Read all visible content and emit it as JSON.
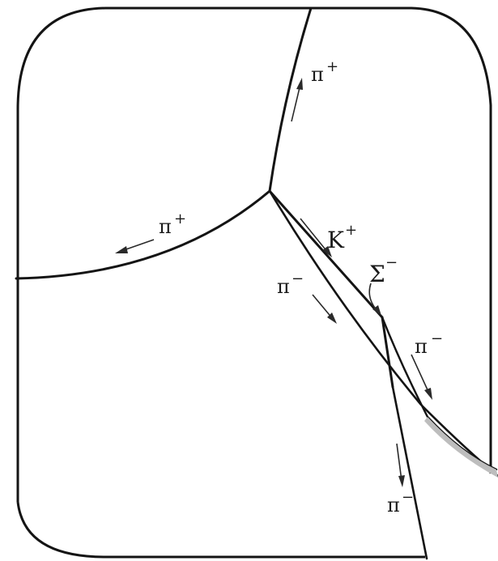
{
  "labels": {
    "pi_plus_upper": {
      "base": "π",
      "sup": "+"
    },
    "pi_plus_left": {
      "base": "π",
      "sup": "+"
    },
    "k_plus": {
      "base": "K",
      "sup": "+"
    },
    "sigma_minus": {
      "base": "Σ",
      "sup": "−"
    },
    "pi_minus_left": {
      "base": "π",
      "sup": "−"
    },
    "pi_minus_right": {
      "base": "π",
      "sup": "−"
    },
    "pi_minus_lower": {
      "base": "π",
      "sup": "−"
    }
  },
  "colors": {
    "ink": "#141414",
    "background": "#ffffff"
  }
}
